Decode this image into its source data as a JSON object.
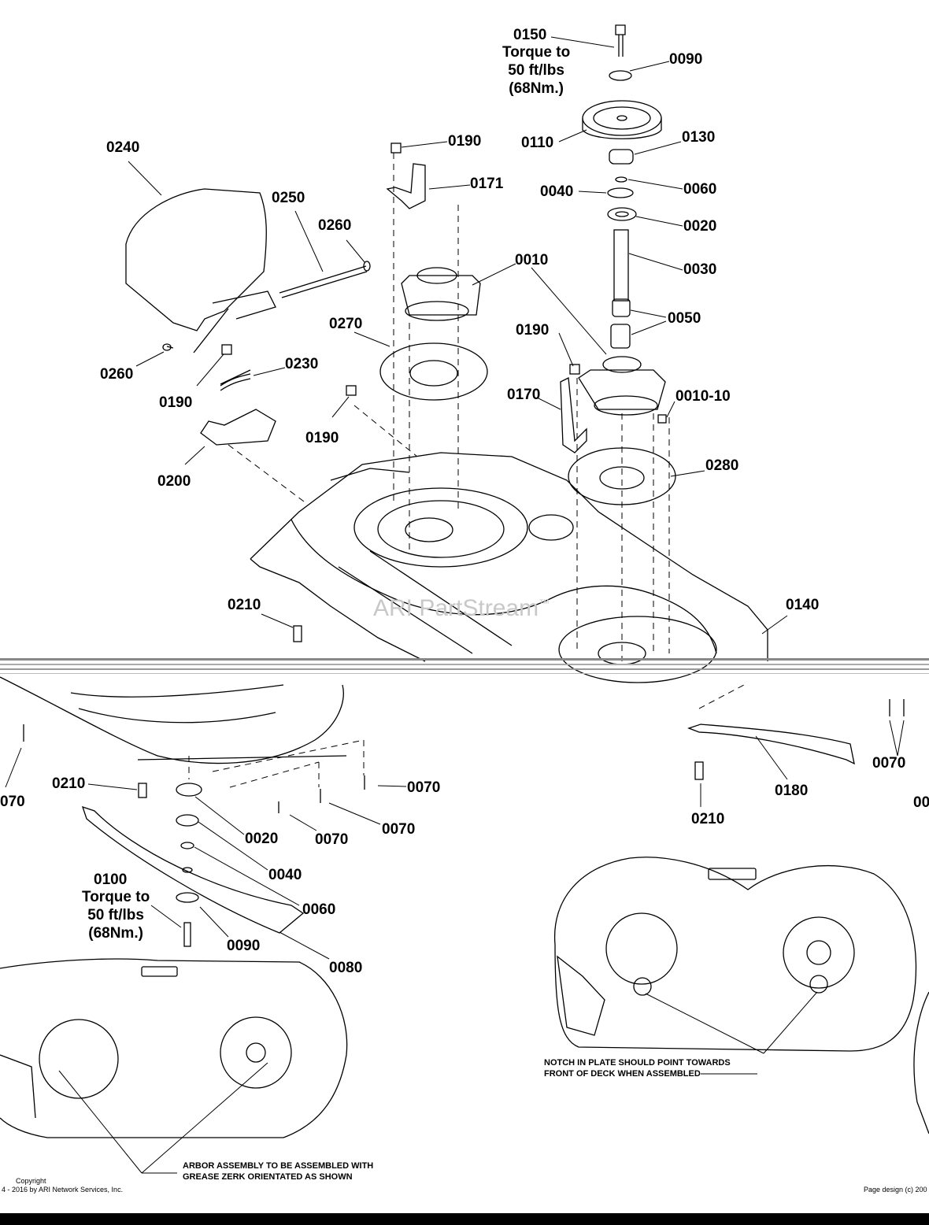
{
  "callouts": {
    "c0150": "0150",
    "torque_top": "Torque to\n50 ft/lbs\n(68Nm.)",
    "c0090_top": "0090",
    "c0110": "0110",
    "c0130": "0130",
    "c0040_top": "0040",
    "c0060_top": "0060",
    "c0020_top": "0020",
    "c0030": "0030",
    "c0050": "0050",
    "c0010": "0010",
    "c0190_a": "0190",
    "c0171": "0171",
    "c0240": "0240",
    "c0250": "0250",
    "c0260_a": "0260",
    "c0260_b": "0260",
    "c0270": "0270",
    "c0230": "0230",
    "c0190_b": "0190",
    "c0190_c": "0190",
    "c0190_d": "0190",
    "c0170": "0170",
    "c0010_10": "0010-10",
    "c0200": "0200",
    "c0280": "0280",
    "c0210_a": "0210",
    "c0140": "0140",
    "c0070_left": "070",
    "c0210_b": "0210",
    "c0070_a": "0070",
    "c0020_bot": "0020",
    "c0070_b": "0070",
    "c0070_c": "0070",
    "c0040_bot": "0040",
    "c0100": "0100",
    "torque_bot": "Torque to\n50 ft/lbs\n(68Nm.)",
    "c0060_bot": "0060",
    "c0090_bot": "0090",
    "c0080": "0080",
    "c0070_right": "0070",
    "c0180": "0180",
    "c0210_c": "0210",
    "c00_edge": "00"
  },
  "notes": {
    "notch": "NOTCH IN PLATE SHOULD POINT TOWARDS\nFRONT OF DECK WHEN ASSEMBLED",
    "arbor": "ARBOR ASSEMBLY TO BE ASSEMBLED WITH\nGREASE ZERK ORIENTATED AS SHOWN"
  },
  "footer": {
    "copyright_label": "Copyright",
    "copyright_text": "4 - 2016 by ARI Network Services, Inc.",
    "page_design": "Page design (c) 200"
  },
  "watermark": {
    "text": "ARI PartStream",
    "tm": "™"
  },
  "colors": {
    "line": "#000000",
    "background": "#ffffff",
    "watermark": "#c8c8c8"
  }
}
